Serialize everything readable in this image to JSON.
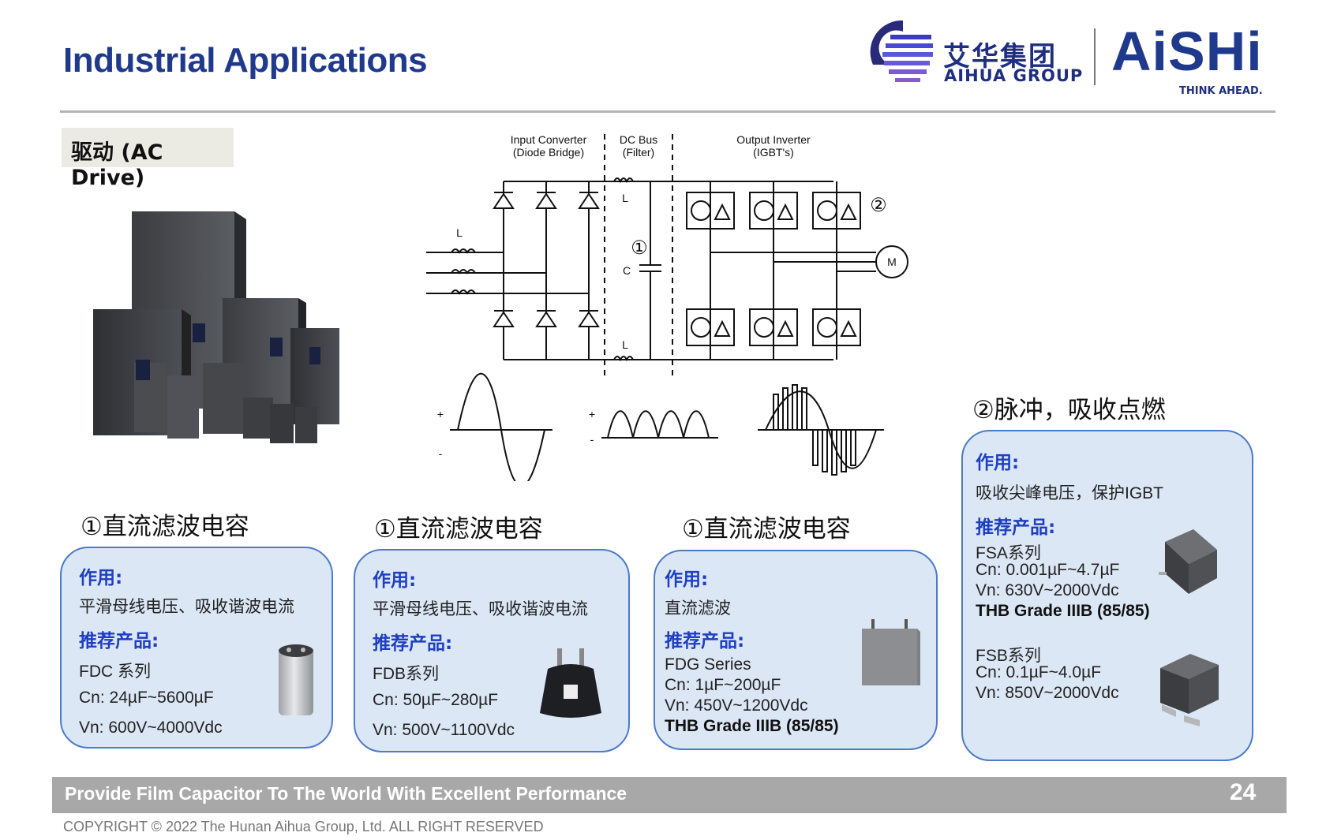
{
  "header": {
    "title": "Industrial Applications",
    "brand_cn": "艾华集团",
    "brand_en": "AIHUA GROUP",
    "logo": "AiSHi",
    "tagline": "THINK AHEAD."
  },
  "section_tag": "驱动 (AC Drive)",
  "diagram": {
    "labels": {
      "input": [
        "Input Converter",
        "(Diode Bridge)"
      ],
      "dcbus": [
        "DC Bus",
        "(Filter)"
      ],
      "output": [
        "Output Inverter",
        "(IGBT's)"
      ],
      "inductor_in": "L",
      "inductor_top": "L",
      "capacitor": "C",
      "inductor_bottom": "L",
      "motor": "M",
      "marker1": "①",
      "marker2": "②",
      "plus": "+",
      "minus": "-"
    }
  },
  "cards": [
    {
      "heading": "①直流滤波电容",
      "role_label": "作用:",
      "role": "平滑母线电压、吸收谐波电流",
      "product_label": "推荐产品:",
      "lines": [
        "FDC 系列",
        "Cn: 24µF~5600µF",
        "Vn:  600V~4000Vdc"
      ]
    },
    {
      "heading": "①直流滤波电容",
      "role_label": "作用:",
      "role": "平滑母线电压、吸收谐波电流",
      "product_label": "推荐产品:",
      "lines": [
        "FDB系列",
        "Cn: 50µF~280µF",
        "Vn:  500V~1100Vdc"
      ]
    },
    {
      "heading": "①直流滤波电容",
      "role_label": "作用:",
      "role": "直流滤波",
      "product_label": "推荐产品:",
      "lines": [
        "FDG Series",
        "Cn:  1µF~200µF",
        "Vn:  450V~1200Vdc"
      ],
      "grade": "THB Grade IIIB (85/85)"
    },
    {
      "heading": "②脉冲，吸收点燃",
      "role_label": "作用:",
      "role": "吸收尖峰电压，保护IGBT",
      "product_label": "推荐产品:",
      "group1": [
        "FSA系列",
        "Cn:  0.001µF~4.7µF",
        "Vn:  630V~2000Vdc"
      ],
      "grade": "THB Grade IIIB (85/85)",
      "group2": [
        "FSB系列",
        "Cn:  0.1µF~4.0µF",
        "Vn:  850V~2000Vdc"
      ]
    }
  ],
  "footer": {
    "slogan": "Provide Film Capacitor To The World With Excellent Performance",
    "page": "24",
    "copyright": "COPYRIGHT © 2022 The Hunan Aihua Group, Ltd. ALL RIGHT RESERVED"
  },
  "colors": {
    "title_blue": "#1f3a8c",
    "heading_blue": "#1f3fc2",
    "card_fill": "#dce7f5",
    "card_border": "#4d7bc6",
    "footer_gray": "#a8a8a8"
  }
}
